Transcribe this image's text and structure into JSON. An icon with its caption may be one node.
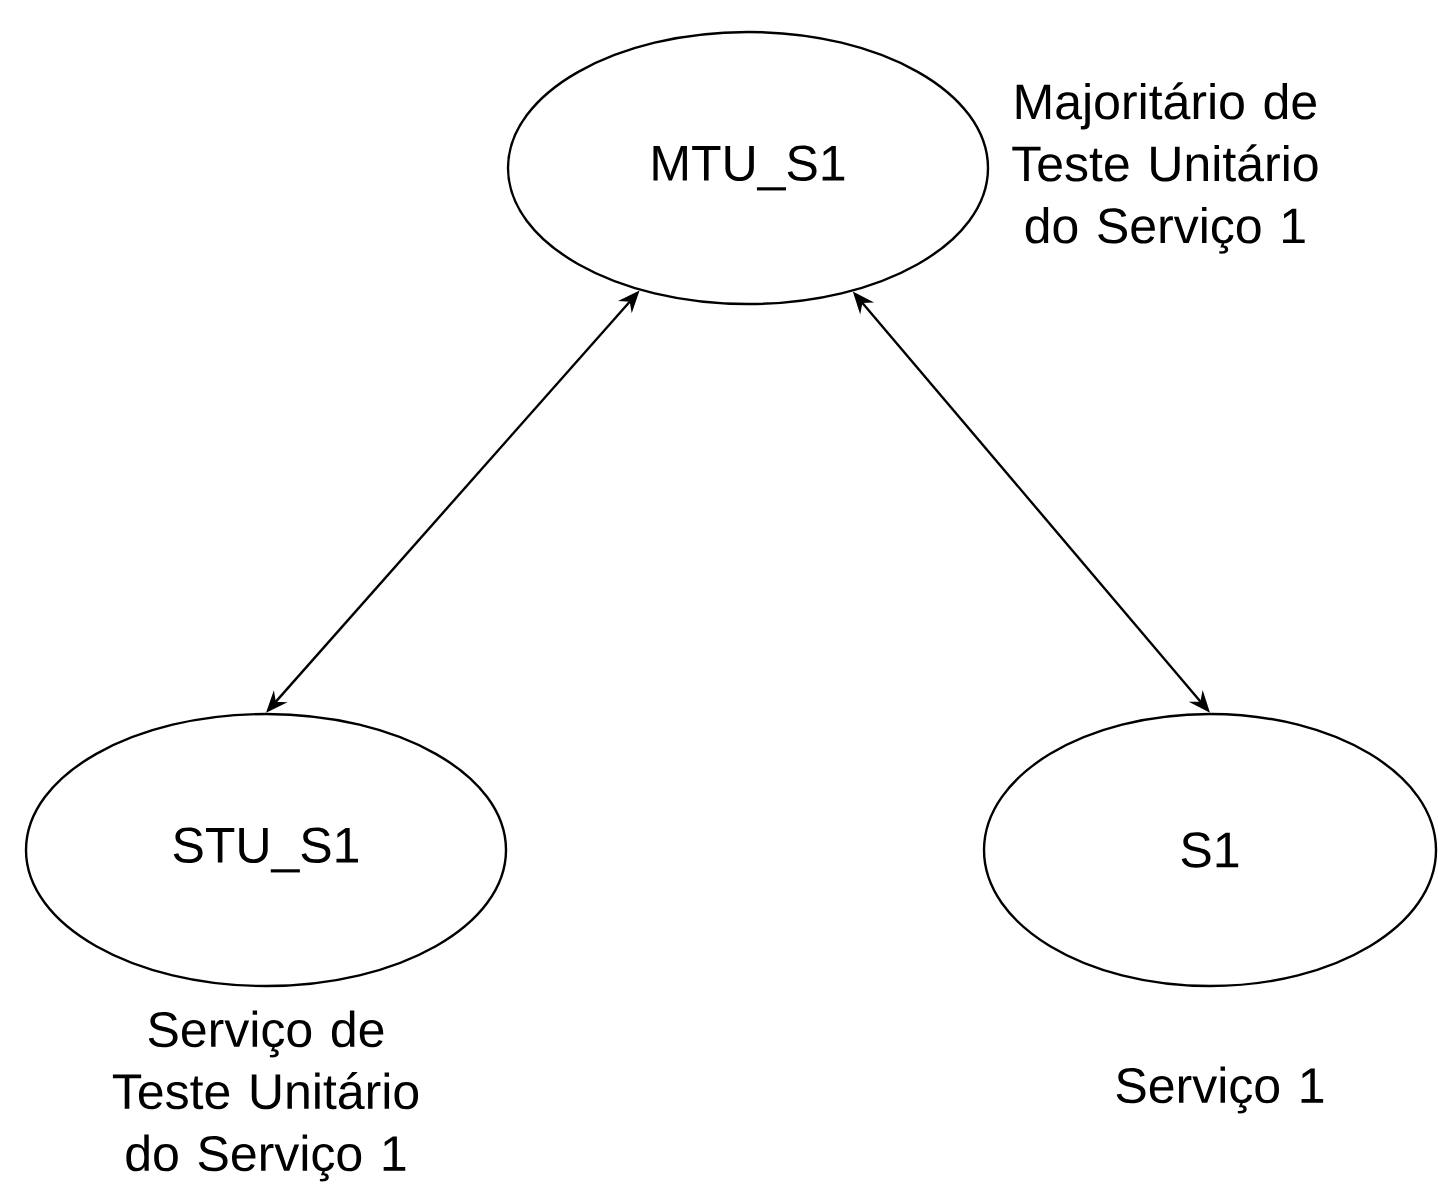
{
  "diagram": {
    "nodes": [
      {
        "text": [
          "MTU_S1"
        ],
        "beside": [
          "Majoritário de Teste Unitário do Serviço 1"
        ]
      },
      {
        "text": [
          "STU_S1"
        ],
        "beside": [
          "Serviço de Teste Unitário do Serviço 1"
        ]
      },
      {
        "text": [
          "S1"
        ],
        "beside": [
          "Serviço 1"
        ]
      }
    ],
    "edges": [
      {
        "from": 0,
        "to": 1,
        "arrow": "both"
      },
      {
        "from": 0,
        "to": 2,
        "arrow": "both"
      }
    ]
  }
}
